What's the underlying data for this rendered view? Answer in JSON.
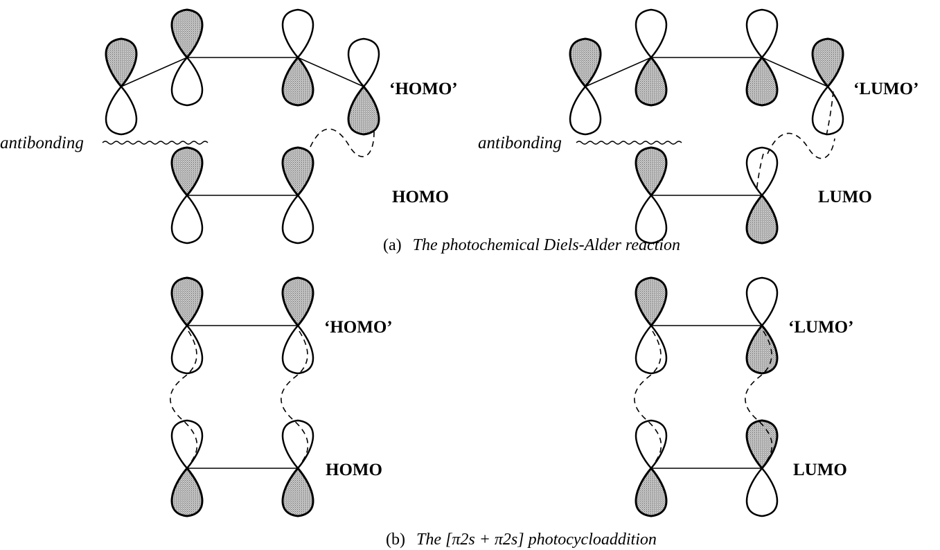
{
  "panel_a": {
    "diene_label": "‘HOMO’",
    "dienophile_label": "HOMO",
    "antibonding_label": "antibonding",
    "diene_label_right": "‘LUMO’",
    "dienophile_label_right": "LUMO",
    "antibonding_label_right": "antibonding",
    "caption_prefix": "(a)",
    "caption_text": "The photochemical Diels-Alder reaction"
  },
  "panel_b": {
    "upper_label_left": "‘HOMO’",
    "lower_label_left": "HOMO",
    "upper_label_right": "‘LUMO’",
    "lower_label_right": "LUMO",
    "caption_prefix": "(b)",
    "caption_text": "The [π2s + π2s] photocycloaddition"
  }
}
